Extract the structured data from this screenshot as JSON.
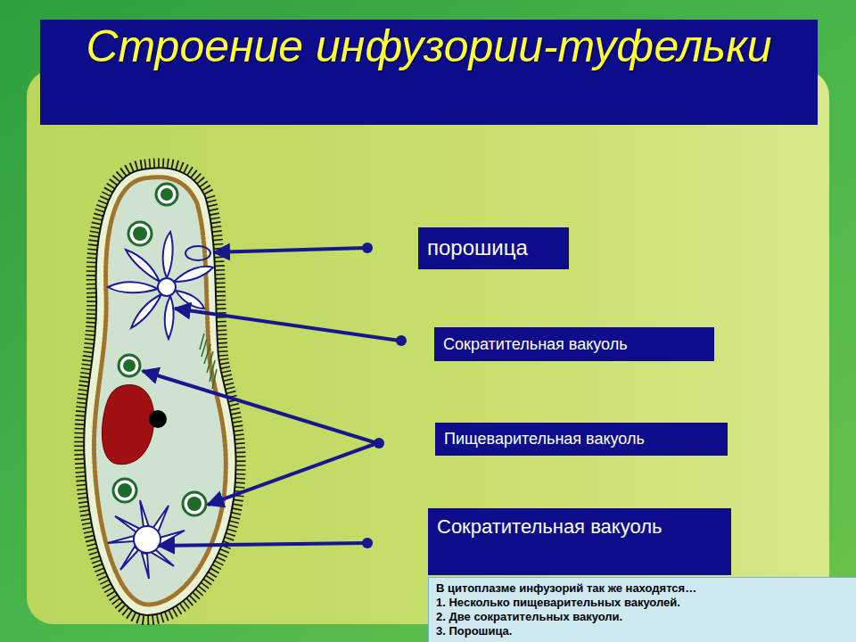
{
  "diagram": {
    "title": "Строение инфузории-туфельки",
    "nodes": [
      {
        "text": [
          "порошица"
        ]
      },
      {
        "text": [
          "Сократительная вакуоль"
        ]
      },
      {
        "text": [
          "Пищеварительная вакуоль"
        ]
      },
      {
        "text": [
          "Сократительная вакуоль"
        ]
      },
      {
        "text": [
          "В цитоплазме инфузорий так же находятся…",
          "1. Несколько пищеварительных вакуолей.",
          "2. Две сократительных вакуоли.",
          "3. Порошица."
        ]
      }
    ]
  }
}
